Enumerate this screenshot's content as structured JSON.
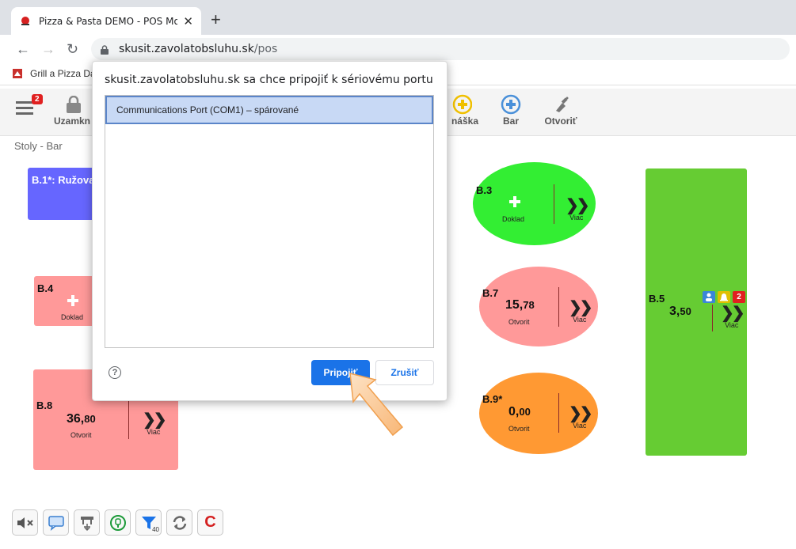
{
  "browser": {
    "tab_title": "Pizza & Pasta DEMO - POS Mobil",
    "url_host": "skusit.zavolatobsluhu.sk",
    "url_path": "/pos",
    "bookmark_label": "Grill a Pizza Da"
  },
  "app_toolbar": {
    "menu_badge": "2",
    "lock_label": "Uzamkn",
    "takeaway_label": "náška",
    "bar_label": "Bar",
    "open_label": "Otvoriť"
  },
  "section_title": "Stoly - Bar",
  "tables": {
    "b1": {
      "name": "B.1*: Ružova"
    },
    "b3": {
      "name": "B.3",
      "action": "Doklad",
      "more": "Viac"
    },
    "b4": {
      "name": "B.4",
      "action": "Doklad"
    },
    "b5": {
      "name": "B.5",
      "amount_main": "3,",
      "amount_dec": "50",
      "more": "Viac",
      "badge_count": "2"
    },
    "b7": {
      "name": "B.7",
      "amount_main": "15,",
      "amount_dec": "78",
      "status": "Otvorit",
      "more": "Viac"
    },
    "b8": {
      "name": "B.8",
      "amount_main": "36,",
      "amount_dec": "80",
      "status": "Otvorit",
      "more": "Viac"
    },
    "b9": {
      "name": "B.9*",
      "amount_main": "0,",
      "amount_dec": "00",
      "status": "Otvorit",
      "more": "Viac"
    }
  },
  "colors": {
    "blue_table": "#6666ff",
    "green_table": "#33ee33",
    "green_rect": "#66cc33",
    "pink_table": "#ff9999",
    "orange_table": "#ff9933",
    "primary_button": "#1a73e8"
  },
  "dialog": {
    "title": "skusit.zavolatobsluhu.sk sa chce pripojiť k sériovému portu",
    "option": "Communications Port (COM1) – spárované",
    "connect_label": "Pripojiť",
    "cancel_label": "Zrušiť",
    "help_symbol": "?"
  },
  "bottom_toolbar": {
    "filter_count": "40",
    "c_label": "C"
  }
}
